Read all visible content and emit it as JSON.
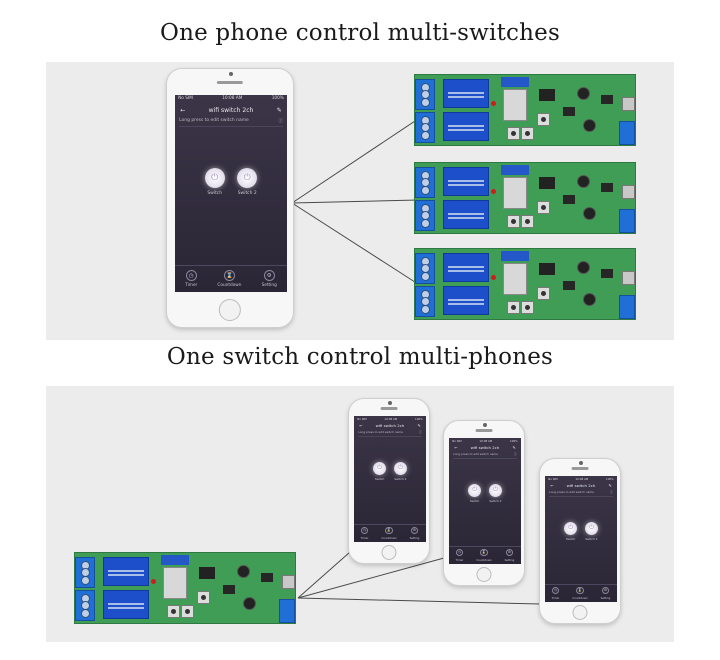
{
  "sections": {
    "top_heading": "One phone control multi-switches",
    "bottom_heading": "One switch control multi-phones"
  },
  "phone_app": {
    "status_left": "No SIM",
    "status_center": "10:08 AM",
    "status_right": "100%",
    "title": "wifi switch 2ch",
    "hint": "Long press to edit switch name",
    "switches": [
      {
        "label": "Switch"
      },
      {
        "label": "Switch 2"
      }
    ],
    "tabs": [
      {
        "label": "Timer",
        "icon": "clock-icon"
      },
      {
        "label": "Countdown",
        "icon": "hourglass-icon"
      },
      {
        "label": "Setting",
        "icon": "gear-icon"
      }
    ]
  },
  "colors": {
    "panel": "#ececec",
    "app_background": "#332e40",
    "board_green": "#3f9d55",
    "relay_blue": "#1c4fc9",
    "terminal_blue": "#1f6fd6"
  }
}
